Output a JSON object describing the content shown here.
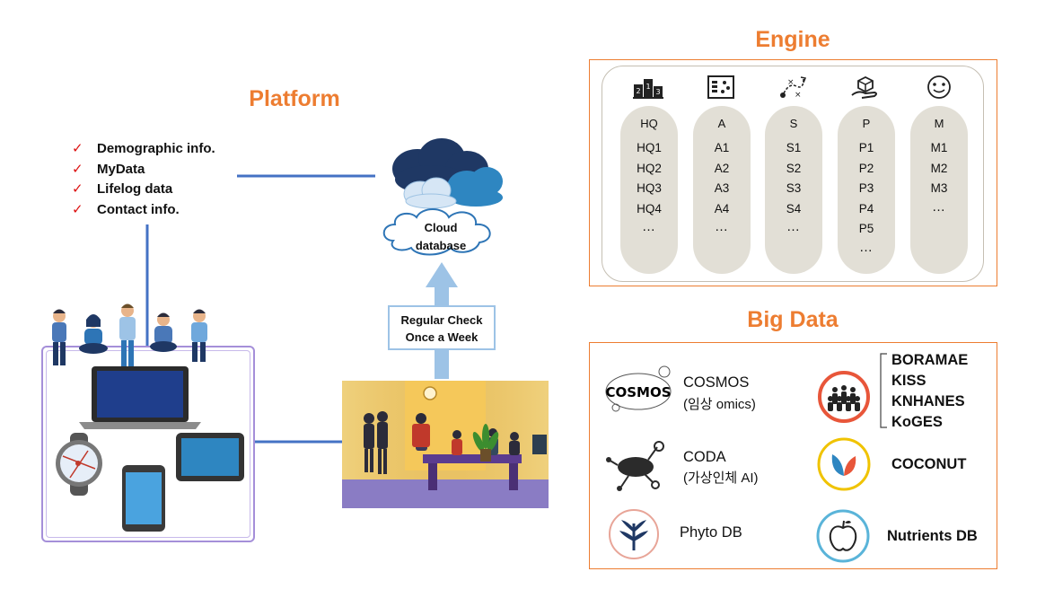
{
  "platform": {
    "title": "Platform",
    "checklist": [
      "Demographic info.",
      "MyData",
      "Lifelog data",
      "Contact info."
    ],
    "check_glyph": "✓"
  },
  "cloud": {
    "line1": "Cloud",
    "line2": "database"
  },
  "regular_check": {
    "line1": "Regular Check",
    "line2": "Once a Week"
  },
  "engine": {
    "title": "Engine",
    "columns": [
      {
        "head": "HQ",
        "icon": "podium-icon",
        "items": [
          "HQ1",
          "HQ2",
          "HQ3",
          "HQ4",
          "…"
        ]
      },
      {
        "head": "A",
        "icon": "analysis-board-icon",
        "items": [
          "A1",
          "A2",
          "A3",
          "A4",
          "…"
        ]
      },
      {
        "head": "S",
        "icon": "strategy-icon",
        "items": [
          "S1",
          "S2",
          "S3",
          "S4",
          "…"
        ]
      },
      {
        "head": "P",
        "icon": "hand-box-icon",
        "items": [
          "P1",
          "P2",
          "P3",
          "P4",
          "P5",
          "…"
        ]
      },
      {
        "head": "M",
        "icon": "smiley-icon",
        "items": [
          "M1",
          "M2",
          "M3",
          "…"
        ]
      }
    ]
  },
  "big_data": {
    "title": "Big Data",
    "cosmos": {
      "logo_text": "COSMOS",
      "name": "COSMOS",
      "sub": "(임상 omics)"
    },
    "coda": {
      "name": "CODA",
      "sub": "(가상인체 AI)"
    },
    "phyto": {
      "name": "Phyto DB"
    },
    "cohorts": [
      "BORAMAE",
      "KISS",
      "KNHANES",
      "KoGES"
    ],
    "coconut": {
      "name": "COCONUT"
    },
    "nutrients": {
      "name": "Nutrients DB"
    }
  },
  "colors": {
    "accent": "#ED7D31",
    "connector": "#4472C4",
    "arrow": "#9DC3E6",
    "device_border": "#A58FD9"
  }
}
